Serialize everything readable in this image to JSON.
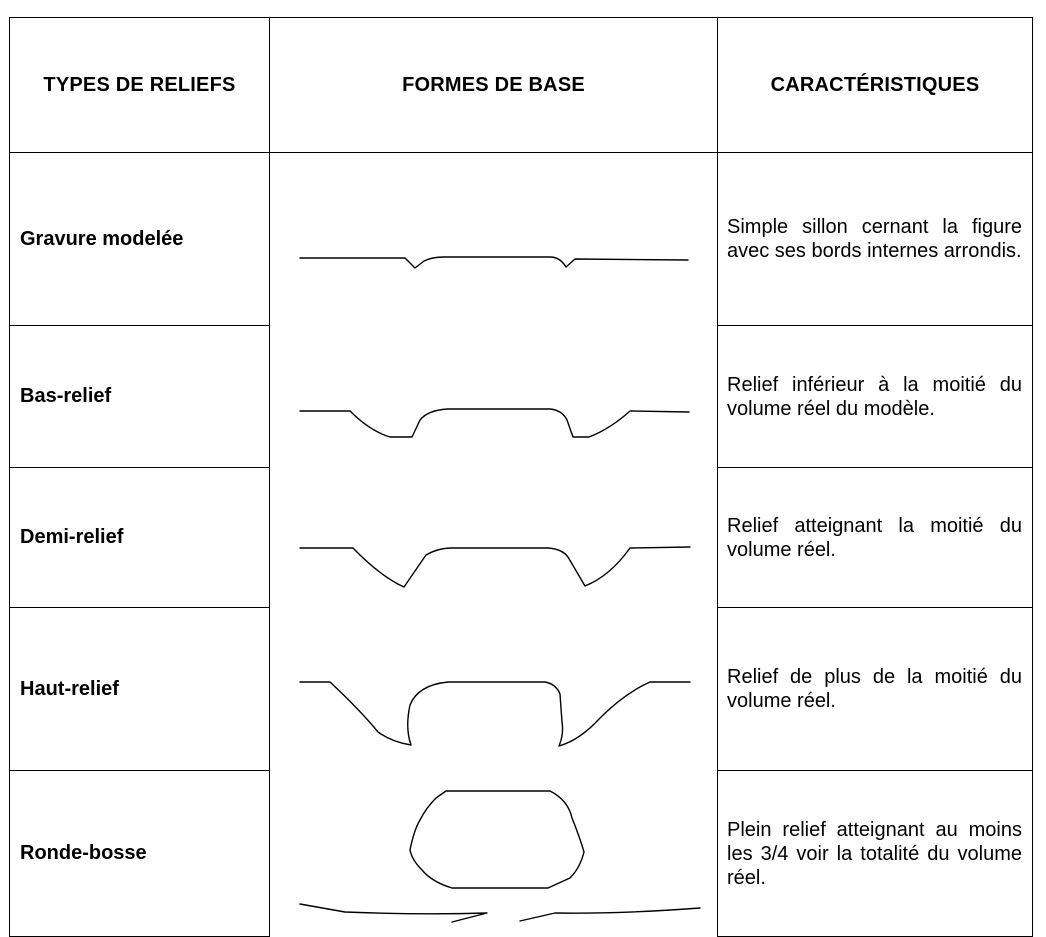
{
  "table": {
    "headers": {
      "types": "TYPES DE RELIEFS",
      "formes": "FORMES DE BASE",
      "caracteristiques": "CARACTÉRISTIQUES"
    },
    "rows": [
      {
        "type": "Gravure modelée",
        "description": "Simple sillon cernant la figure avec ses bords internes arrondis."
      },
      {
        "type": "Bas-relief",
        "description": "Relief inférieur à la moitié du volume réel du modèle."
      },
      {
        "type": "Demi-relief",
        "description": "Relief atteignant la moitié du volume réel."
      },
      {
        "type": "Haut-relief",
        "description": "Relief de plus de la moitié du volume réel."
      },
      {
        "type": "Ronde-bosse",
        "description": "Plein relief atteignant au moins les 3/4 voir la totalité du volume réel."
      }
    ]
  }
}
